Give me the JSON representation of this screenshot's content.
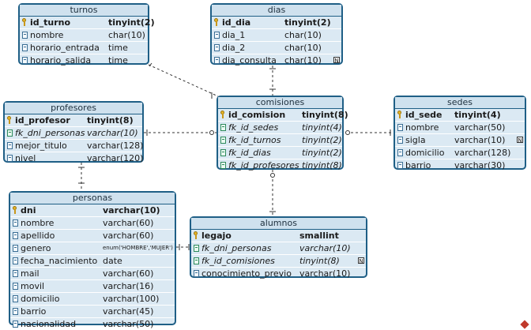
{
  "tables": {
    "turnos": {
      "title": "turnos",
      "columns": [
        {
          "name": "id_turno",
          "type": "tinyint(2)",
          "icon": "key-icon",
          "style": "pk"
        },
        {
          "name": "nombre",
          "type": "char(10)",
          "icon": "column-icon",
          "style": ""
        },
        {
          "name": "horario_entrada",
          "type": "time",
          "icon": "column-icon",
          "style": ""
        },
        {
          "name": "horario_salida",
          "type": "time",
          "icon": "column-icon",
          "style": ""
        }
      ]
    },
    "dias": {
      "title": "dias",
      "columns": [
        {
          "name": "id_dia",
          "type": "tinyint(2)",
          "icon": "key-icon",
          "style": "pk"
        },
        {
          "name": "dia_1",
          "type": "char(10)",
          "icon": "column-icon",
          "style": ""
        },
        {
          "name": "dia_2",
          "type": "char(10)",
          "icon": "column-icon",
          "style": ""
        },
        {
          "name": "dia_consulta",
          "type": "char(10)",
          "icon": "column-icon",
          "style": "",
          "flag": "N"
        }
      ]
    },
    "profesores": {
      "title": "profesores",
      "columns": [
        {
          "name": "id_profesor",
          "type": "tinyint(8)",
          "icon": "key-icon",
          "style": "pk"
        },
        {
          "name": "fk_dni_personas",
          "type": "varchar(10)",
          "icon": "fk-icon",
          "style": "fk"
        },
        {
          "name": "mejor_titulo",
          "type": "varchar(128)",
          "icon": "column-icon",
          "style": ""
        },
        {
          "name": "nivel",
          "type": "varchar(120)",
          "icon": "column-icon",
          "style": ""
        }
      ]
    },
    "comisiones": {
      "title": "comisiones",
      "columns": [
        {
          "name": "id_comision",
          "type": "tinyint(8)",
          "icon": "key-icon",
          "style": "pk"
        },
        {
          "name": "fk_id_sedes",
          "type": "tinyint(4)",
          "icon": "fk-icon",
          "style": "fk"
        },
        {
          "name": "fk_id_turnos",
          "type": "tinyint(2)",
          "icon": "fk-icon",
          "style": "fk"
        },
        {
          "name": "fk_id_dias",
          "type": "tinyint(2)",
          "icon": "fk-icon",
          "style": "fk"
        },
        {
          "name": "fk_id_profesores",
          "type": "tinyint(8)",
          "icon": "fk-icon",
          "style": "fk"
        }
      ]
    },
    "sedes": {
      "title": "sedes",
      "columns": [
        {
          "name": "id_sede",
          "type": "tinyint(4)",
          "icon": "key-icon",
          "style": "pk"
        },
        {
          "name": "nombre",
          "type": "varchar(50)",
          "icon": "column-icon",
          "style": ""
        },
        {
          "name": "sigla",
          "type": "varchar(10)",
          "icon": "column-icon",
          "style": "",
          "flag": "N"
        },
        {
          "name": "domicilio",
          "type": "varchar(128)",
          "icon": "column-icon",
          "style": ""
        },
        {
          "name": "barrio",
          "type": "varchar(30)",
          "icon": "column-icon",
          "style": ""
        }
      ]
    },
    "personas": {
      "title": "personas",
      "columns": [
        {
          "name": "dni",
          "type": "varchar(10)",
          "icon": "key-icon",
          "style": "pk"
        },
        {
          "name": "nombre",
          "type": "varchar(60)",
          "icon": "column-icon",
          "style": ""
        },
        {
          "name": "apellido",
          "type": "varchar(60)",
          "icon": "column-icon",
          "style": ""
        },
        {
          "name": "genero",
          "type": "enum('HOMBRE','MUJER')",
          "icon": "column-icon",
          "style": "",
          "small": true
        },
        {
          "name": "fecha_nacimiento",
          "type": "date",
          "icon": "column-icon",
          "style": ""
        },
        {
          "name": "mail",
          "type": "varchar(60)",
          "icon": "column-icon",
          "style": ""
        },
        {
          "name": "movil",
          "type": "varchar(16)",
          "icon": "column-icon",
          "style": ""
        },
        {
          "name": "domicilio",
          "type": "varchar(100)",
          "icon": "column-icon",
          "style": ""
        },
        {
          "name": "barrio",
          "type": "varchar(45)",
          "icon": "column-icon",
          "style": ""
        },
        {
          "name": "nacionalidad",
          "type": "varchar(50)",
          "icon": "column-icon",
          "style": ""
        }
      ]
    },
    "alumnos": {
      "title": "alumnos",
      "columns": [
        {
          "name": "legajo",
          "type": "smallint",
          "icon": "key-icon",
          "style": "pk"
        },
        {
          "name": "fk_dni_personas",
          "type": "varchar(10)",
          "icon": "fk-icon",
          "style": "fk"
        },
        {
          "name": "fk_id_comisiones",
          "type": "tinyint(8)",
          "icon": "fk-icon",
          "style": "fk",
          "flag": "N"
        },
        {
          "name": "conocimiento_previo",
          "type": "varchar(10)",
          "icon": "column-icon",
          "style": ""
        }
      ]
    }
  },
  "relationships": [
    {
      "from": "turnos",
      "to": "comisiones"
    },
    {
      "from": "dias",
      "to": "comisiones"
    },
    {
      "from": "profesores",
      "to": "comisiones"
    },
    {
      "from": "sedes",
      "to": "comisiones"
    },
    {
      "from": "personas",
      "to": "profesores"
    },
    {
      "from": "comisiones",
      "to": "alumnos"
    },
    {
      "from": "personas",
      "to": "alumnos"
    }
  ],
  "colors": {
    "border": "#1f5f86",
    "fill": "#dbe9f3",
    "line": "#333333"
  }
}
